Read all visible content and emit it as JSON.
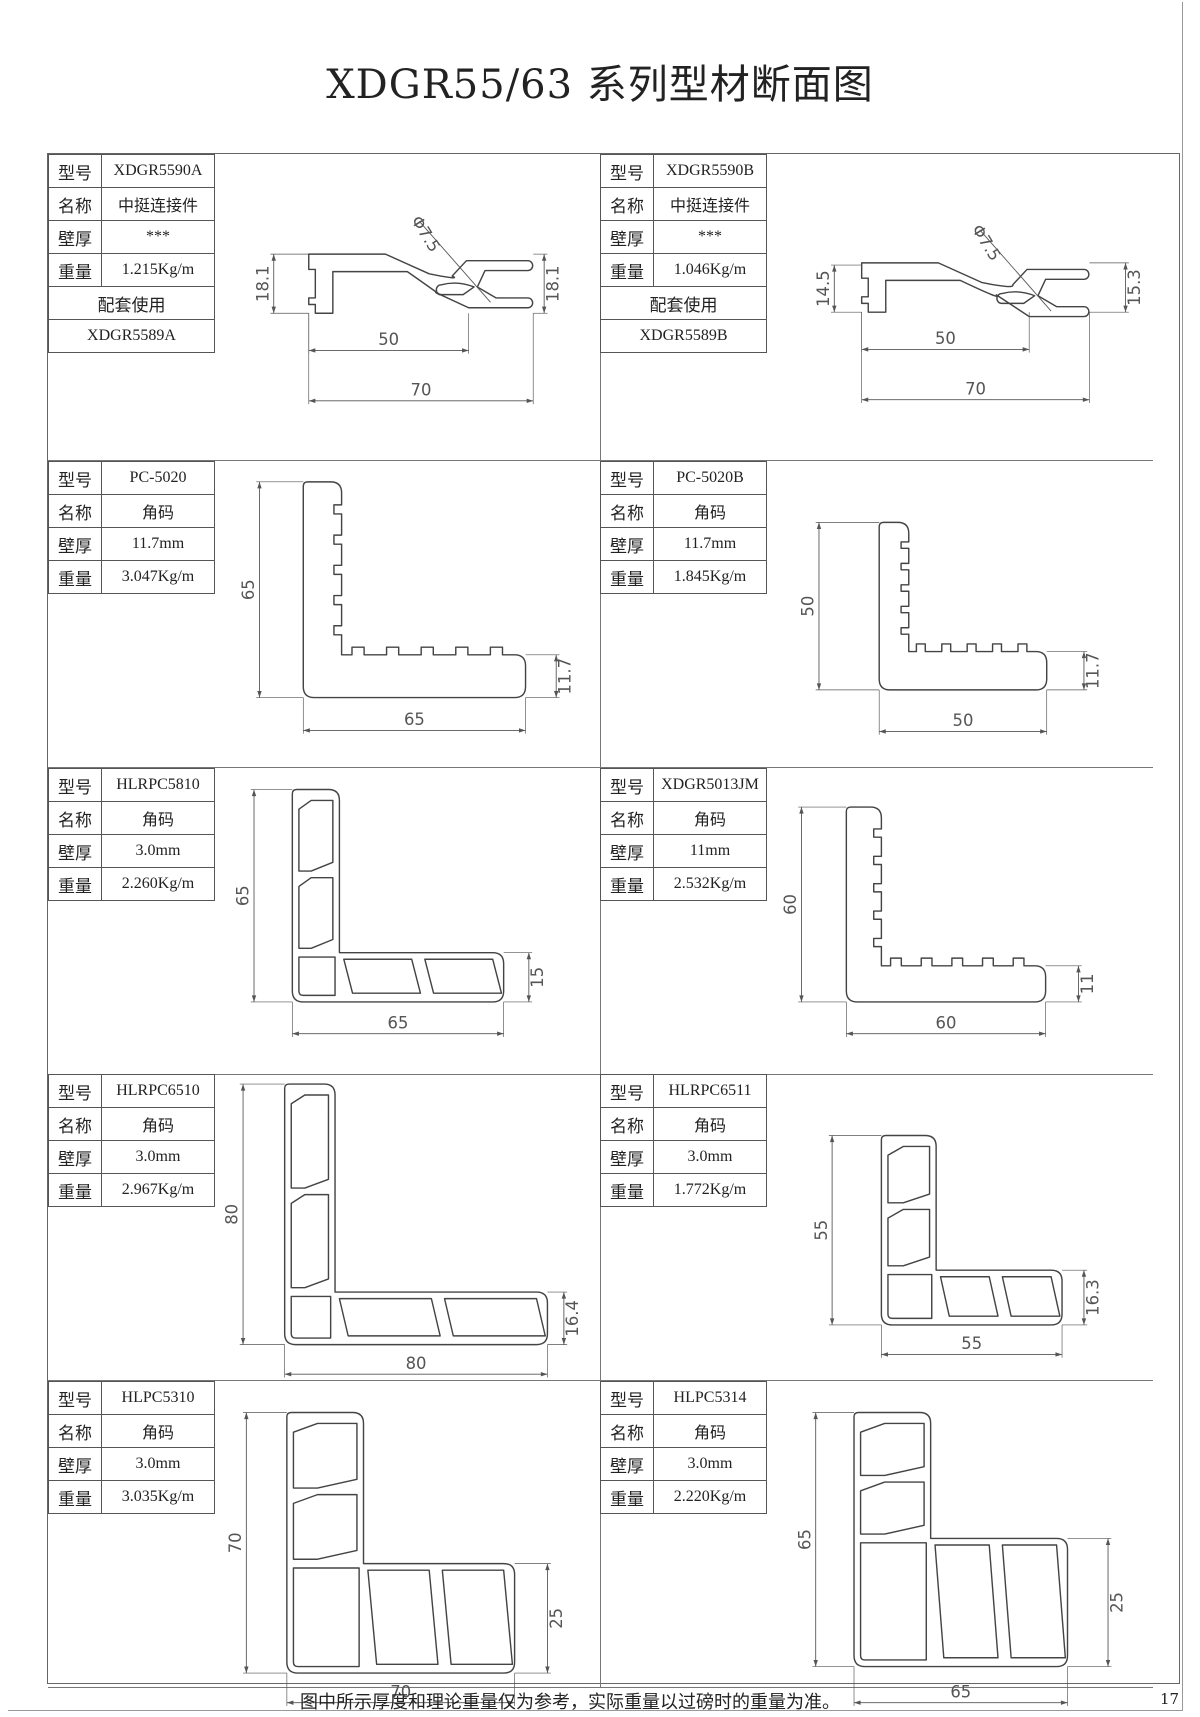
{
  "title": "XDGR55/63 系列型材断面图",
  "labels": {
    "model": "型号",
    "name": "名称",
    "wall": "壁厚",
    "weight": "重量"
  },
  "profiles": [
    {
      "model": "XDGR5590A",
      "name": "中挺连接件",
      "wall": "***",
      "weight": "1.215Kg/m",
      "companion_label": "配套使用",
      "companion_model": "XDGR5589A",
      "dims": {
        "left": "18.1",
        "right": "18.1",
        "inner": "50",
        "width": "70",
        "diameter": "Φ7.5"
      }
    },
    {
      "model": "XDGR5590B",
      "name": "中挺连接件",
      "wall": "***",
      "weight": "1.046Kg/m",
      "companion_label": "配套使用",
      "companion_model": "XDGR5589B",
      "dims": {
        "left": "14.5",
        "right": "15.3",
        "inner": "50",
        "width": "70",
        "diameter": "Φ7.5"
      }
    },
    {
      "model": "PC-5020",
      "name": "角码",
      "wall": "11.7mm",
      "weight": "3.047Kg/m",
      "dims": {
        "height": "65",
        "arm": "11.7",
        "width": "65"
      }
    },
    {
      "model": "PC-5020B",
      "name": "角码",
      "wall": "11.7mm",
      "weight": "1.845Kg/m",
      "dims": {
        "height": "50",
        "arm": "11.7",
        "width": "50"
      }
    },
    {
      "model": "HLRPC5810",
      "name": "角码",
      "wall": "3.0mm",
      "weight": "2.260Kg/m",
      "dims": {
        "height": "65",
        "arm": "15",
        "width": "65"
      }
    },
    {
      "model": "XDGR5013JM",
      "name": "角码",
      "wall": "11mm",
      "weight": "2.532Kg/m",
      "dims": {
        "height": "60",
        "arm": "11",
        "width": "60"
      }
    },
    {
      "model": "HLRPC6510",
      "name": "角码",
      "wall": "3.0mm",
      "weight": "2.967Kg/m",
      "dims": {
        "height": "80",
        "arm": "16.4",
        "width": "80"
      }
    },
    {
      "model": "HLRPC6511",
      "name": "角码",
      "wall": "3.0mm",
      "weight": "1.772Kg/m",
      "dims": {
        "height": "55",
        "arm": "16.3",
        "width": "55"
      }
    },
    {
      "model": "HLPC5310",
      "name": "角码",
      "wall": "3.0mm",
      "weight": "3.035Kg/m",
      "dims": {
        "height": "70",
        "arm": "25",
        "width": "70"
      }
    },
    {
      "model": "HLPC5314",
      "name": "角码",
      "wall": "3.0mm",
      "weight": "2.220Kg/m",
      "dims": {
        "height": "65",
        "arm": "25",
        "width": "65"
      }
    }
  ],
  "footer": "图中所示厚度和理论重量仅为参考，实际重量以过磅时的重量为准。",
  "page_number": "17",
  "colors": {
    "line": "#444444",
    "dimension": "#555555"
  }
}
